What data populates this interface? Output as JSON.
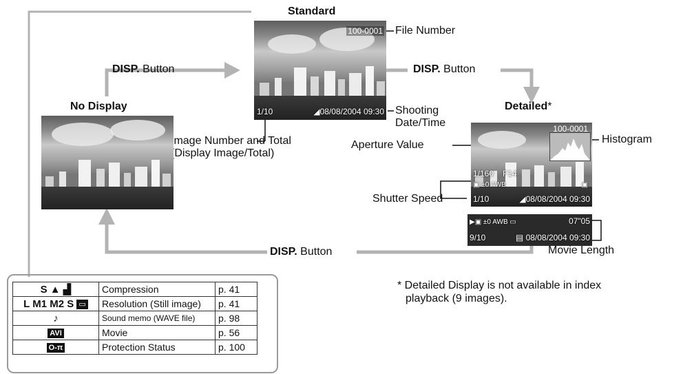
{
  "labels": {
    "standard": "Standard",
    "no_display": "No Display",
    "detailed": "Detailed",
    "detailed_mark": "*",
    "file_number": "File Number",
    "shooting_date_1": "Shooting",
    "shooting_date_2": "Date/Time",
    "image_number_1": "Image Number and Total",
    "image_number_2": "(Display Image/Total)",
    "aperture_value": "Aperture Value",
    "histogram": "Histogram",
    "shutter_speed": "Shutter Speed",
    "movie_length": "Movie Length",
    "disp_bold": "DISP.",
    "disp_button": " Button"
  },
  "standard_screen": {
    "file_number": "100-0001",
    "image_count": "1/10",
    "datetime": "08/08/2004 09:30"
  },
  "detailed_screen": {
    "file_number": "100-0001",
    "shutter": "1/160",
    "aperture": "F14",
    "exposure": "±0",
    "wb": "AWB",
    "image_count": "1/10",
    "datetime": "08/08/2004 09:30"
  },
  "movie_screen": {
    "exposure": "±0",
    "wb": "AWB",
    "length": "07\"05",
    "image_count": "9/10",
    "datetime": "08/08/2004 09:30"
  },
  "legend": {
    "rows": [
      {
        "icon": "S ▲ ▟",
        "desc": "Compression",
        "page": "p. 41"
      },
      {
        "icon": "L M1 M2 S",
        "desc": "Resolution (Still image)",
        "page": "p. 41"
      },
      {
        "icon": "♪",
        "desc": "Sound memo (WAVE file)",
        "page": "p. 98"
      },
      {
        "icon": "AVI",
        "desc": "Movie",
        "page": "p. 56"
      },
      {
        "icon": "O-π",
        "desc": "Protection Status",
        "page": "p. 100"
      }
    ]
  },
  "footnote": {
    "line1": "* Detailed Display is not available in index",
    "line2": "playback (9 images)."
  },
  "colors": {
    "connector": "#b3b3b3",
    "arrow": "#b3b3b3",
    "legend_border": "#9a9a9a"
  }
}
